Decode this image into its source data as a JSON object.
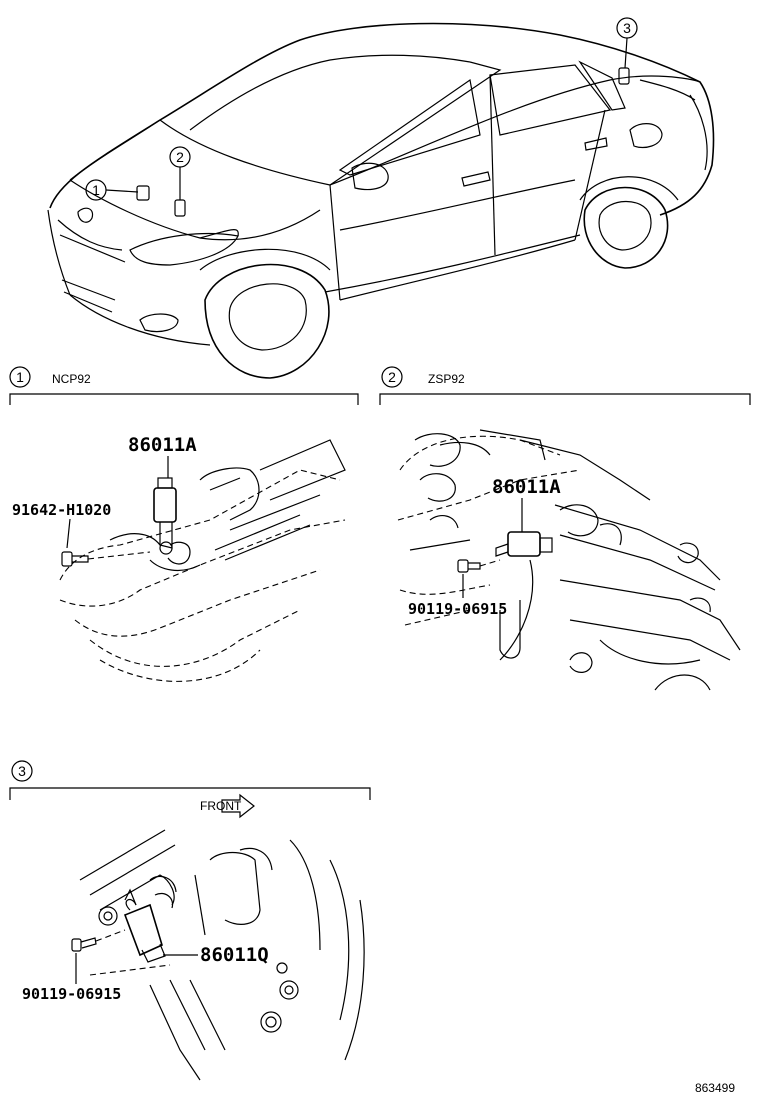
{
  "car_callouts": [
    "1",
    "2",
    "3"
  ],
  "section1": {
    "number": "1",
    "variant": "NCP92",
    "part_sensor": "86011A",
    "part_bolt": "91642-H1020"
  },
  "section2": {
    "number": "2",
    "variant": "ZSP92",
    "part_sensor": "86011A",
    "part_bolt": "90119-06915"
  },
  "section3": {
    "number": "3",
    "front_label": "FRONT",
    "part_sensor": "86011Q",
    "part_bolt": "90119-06915"
  },
  "figure_id": "863499"
}
